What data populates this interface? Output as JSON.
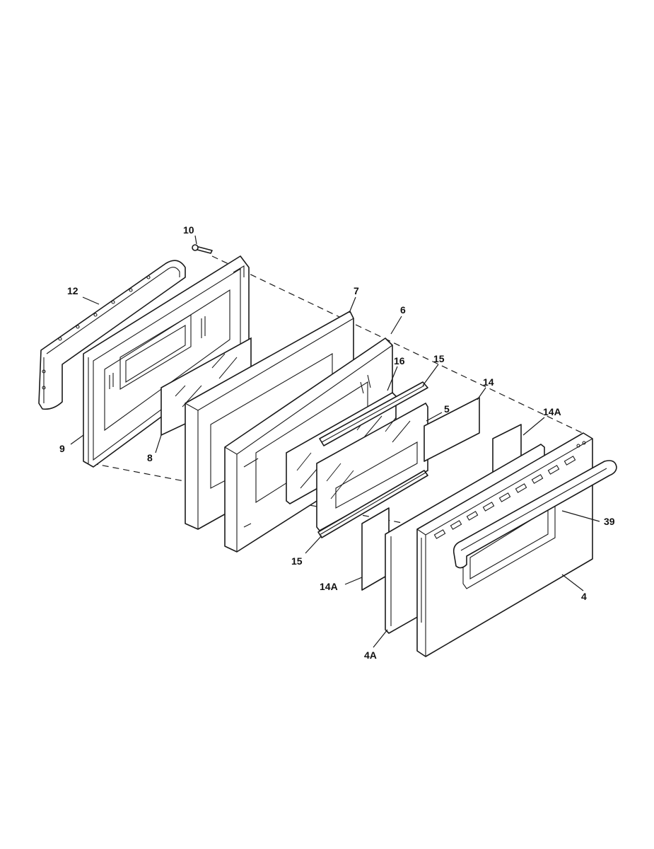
{
  "callouts": {
    "c10": "10",
    "c12": "12",
    "c9": "9",
    "c8": "8",
    "c7": "7",
    "c6": "6",
    "c16": "16",
    "c15_top": "15",
    "c5": "5",
    "c14": "14",
    "c14a_top": "14A",
    "c39": "39",
    "c15_bottom": "15",
    "c14a_bottom": "14A",
    "c4": "4",
    "c4a": "4A"
  }
}
